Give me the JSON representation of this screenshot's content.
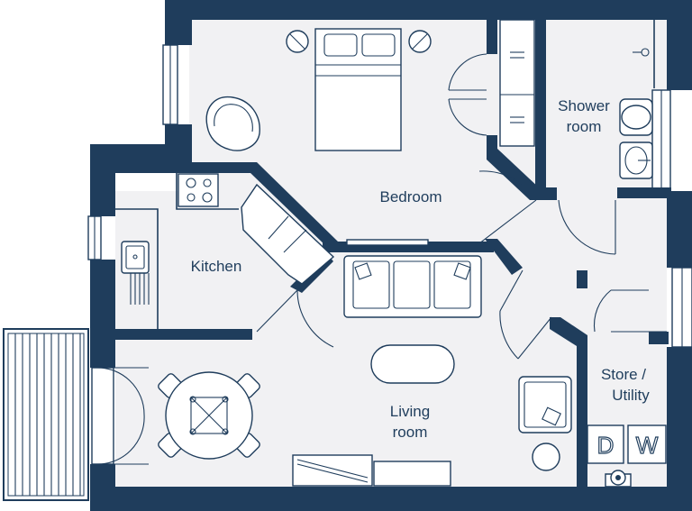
{
  "colors": {
    "wall": "#1f3d5c",
    "floor": "#f1f1f3",
    "outside": "#ffffff",
    "balcony": "#ffffff"
  },
  "rooms": {
    "bedroom": "Bedroom",
    "shower_line1": "Shower",
    "shower_line2": "room",
    "kitchen": "Kitchen",
    "living_line1": "Living",
    "living_line2": "room",
    "store_line1": "Store /",
    "store_line2": "Utility"
  },
  "appliances": {
    "dishwasher": "D",
    "washer": "W"
  },
  "icons": [
    "bed-icon",
    "armchair-icon",
    "wardrobe-icon",
    "toilet-icon",
    "basin-icon",
    "shower-icon",
    "hob-icon",
    "sink-icon",
    "radiator-icon",
    "sofa-icon",
    "coffee-table-icon",
    "dining-table-icon",
    "chair-icon",
    "side-table-icon",
    "tv-unit-icon",
    "boiler-icon"
  ]
}
